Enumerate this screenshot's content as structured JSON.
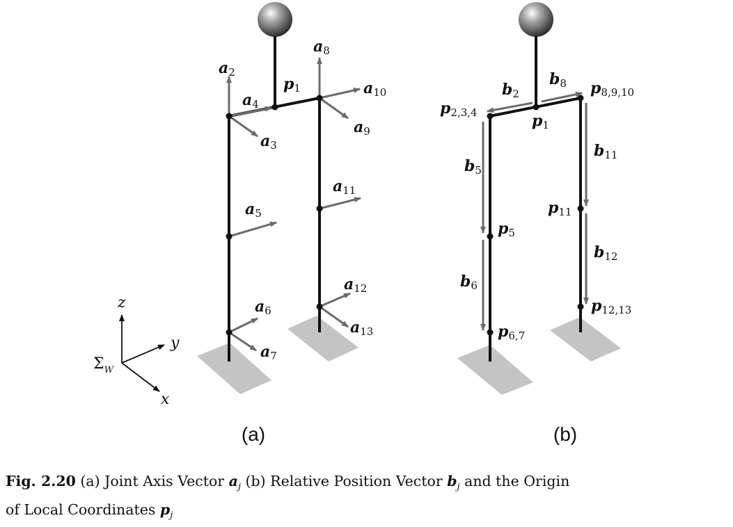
{
  "panel_a": {
    "label": "(a)",
    "axis_vectors": [
      {
        "sym": "a",
        "idx": "2"
      },
      {
        "sym": "a",
        "idx": "3"
      },
      {
        "sym": "a",
        "idx": "4"
      },
      {
        "sym": "a",
        "idx": "5"
      },
      {
        "sym": "a",
        "idx": "6"
      },
      {
        "sym": "a",
        "idx": "7"
      },
      {
        "sym": "a",
        "idx": "8"
      },
      {
        "sym": "a",
        "idx": "9"
      },
      {
        "sym": "a",
        "idx": "10"
      },
      {
        "sym": "a",
        "idx": "11"
      },
      {
        "sym": "a",
        "idx": "12"
      },
      {
        "sym": "a",
        "idx": "13"
      }
    ],
    "origin": {
      "sym": "p",
      "idx": "1"
    }
  },
  "panel_b": {
    "label": "(b)",
    "position_vectors": [
      {
        "sym": "b",
        "idx": "2"
      },
      {
        "sym": "b",
        "idx": "8"
      },
      {
        "sym": "b",
        "idx": "5"
      },
      {
        "sym": "b",
        "idx": "6"
      },
      {
        "sym": "b",
        "idx": "11"
      },
      {
        "sym": "b",
        "idx": "12"
      }
    ],
    "origins": [
      {
        "sym": "p",
        "idx": "1"
      },
      {
        "sym": "p",
        "idx": "2,3,4"
      },
      {
        "sym": "p",
        "idx": "8,9,10"
      },
      {
        "sym": "p",
        "idx": "5"
      },
      {
        "sym": "p",
        "idx": "6,7"
      },
      {
        "sym": "p",
        "idx": "11"
      },
      {
        "sym": "p",
        "idx": "12,13"
      }
    ]
  },
  "world_frame": {
    "symbol": "Σ",
    "sub": "W",
    "x": "x",
    "y": "y",
    "z": "z"
  },
  "caption": {
    "fig": "Fig. 2.20",
    "part1": "(a) Joint Axis Vector",
    "a_sym": "a",
    "a_sub": "j",
    "part2": "(b) Relative Position Vector",
    "b_sym": "b",
    "b_sub": "j",
    "part3": "and the Origin",
    "line2": "of Local Coordinates",
    "p_sym": "p",
    "p_sub": "j"
  },
  "colors": {
    "link": "#111111",
    "arrow": "#6b6b6b",
    "foot": "#c4c4c4"
  }
}
